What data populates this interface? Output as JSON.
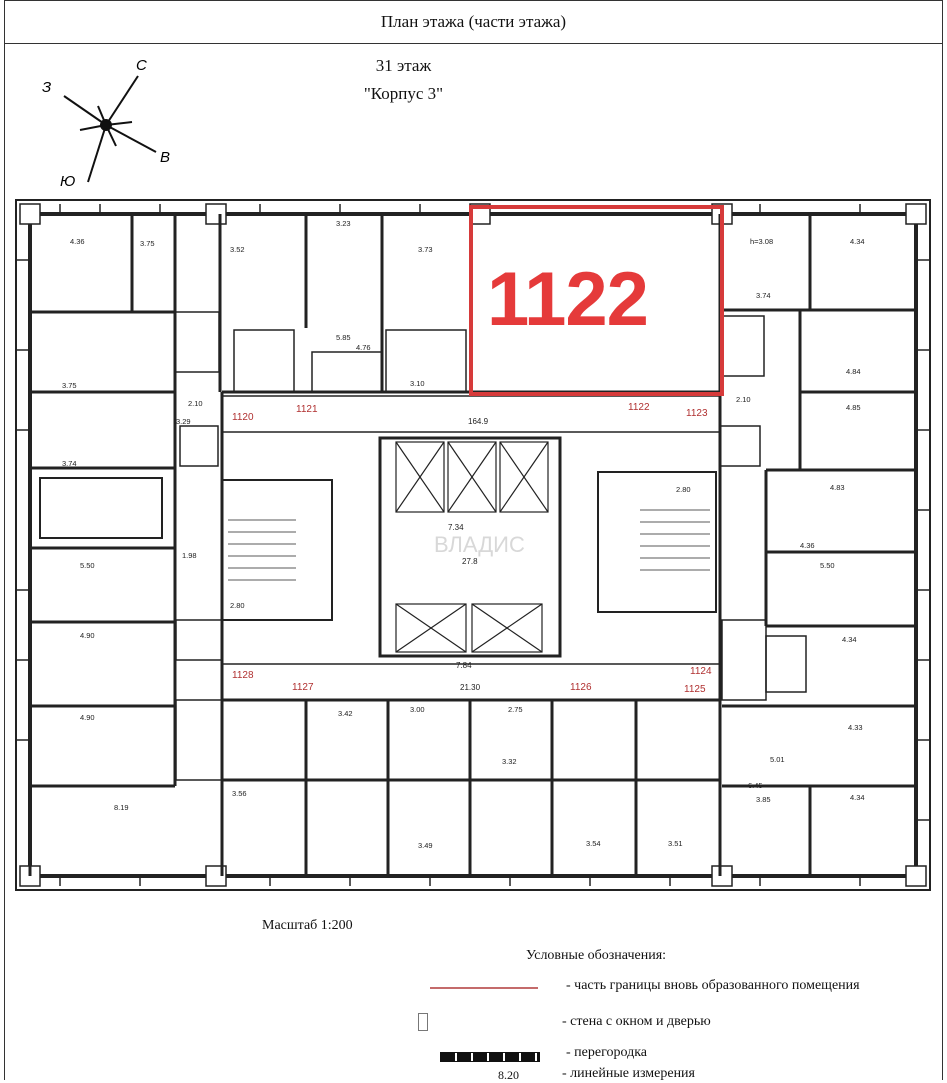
{
  "header": {
    "title": "План  этажа (части этажа)"
  },
  "floor": {
    "name": "31 этаж",
    "building": "\"Корпус 3\""
  },
  "compass": {
    "north": "С",
    "west": "З",
    "east": "В",
    "south": "Ю"
  },
  "highlight": {
    "unit": "1122",
    "color": "#e53a3a"
  },
  "unit_numbers": [
    "1120",
    "1121",
    "1122",
    "1123",
    "1124",
    "1125",
    "1126",
    "1127",
    "1128"
  ],
  "ceiling": "h=3.08",
  "center": {
    "hall_width": "7.34",
    "hall_area": "27.8",
    "hall_len": "7.84",
    "corr": "21.30",
    "corr_area": "164.9"
  },
  "scale": {
    "label": "Масштаб 1:200"
  },
  "legend": {
    "title": "Условные обозначения:",
    "items": [
      "- часть границы вновь образованного помещения",
      "- стена с окном и  дверью",
      "- перегородка",
      "- линейные измерения"
    ],
    "dim_sample": "8.20"
  },
  "watermark": "ВЛАДИС"
}
